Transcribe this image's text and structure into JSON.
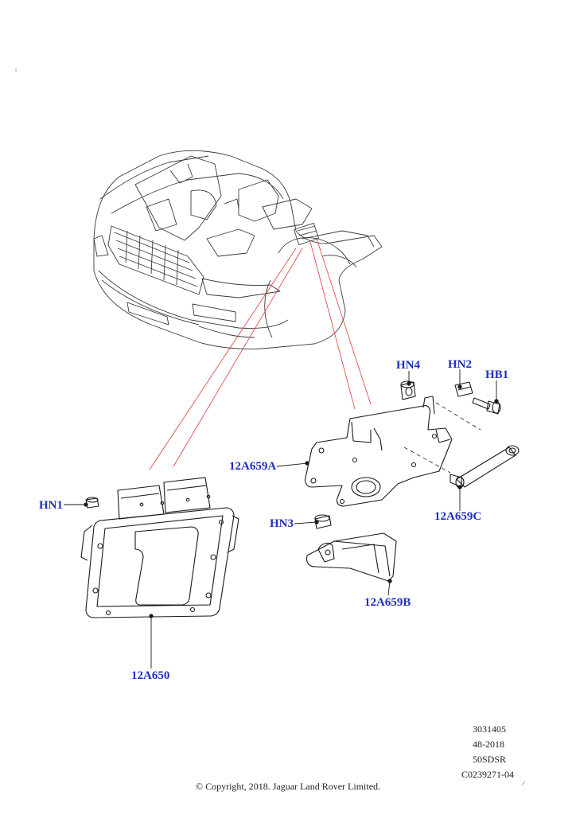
{
  "callouts": {
    "hn1": "HN1",
    "hn2": "HN2",
    "hn3": "HN3",
    "hn4": "HN4",
    "hb1": "HB1",
    "bracket_a": "12A659A",
    "bracket_b": "12A659B",
    "bracket_c": "12A659C",
    "module": "12A650"
  },
  "reference": {
    "line1": "3031405",
    "line2": "48-2018",
    "line3": "50SDSR",
    "line4": "C0239271-04"
  },
  "copyright": "© Copyright, 2018. Jaguar Land Rover Limited.",
  "colors": {
    "callout_text": "#1f2fbf",
    "leader_red": "#e23a3a",
    "line_art": "#1a1a1a"
  }
}
